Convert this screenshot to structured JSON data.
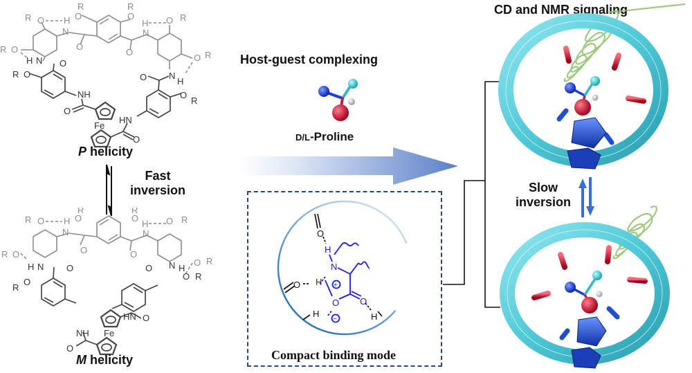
{
  "left_panel": {
    "top_structure_label": {
      "prefix": "P",
      "suffix": " helicity"
    },
    "bottom_structure_label": {
      "prefix": "M",
      "suffix": " helicity"
    },
    "equilibrium_label": [
      "Fast",
      "inversion"
    ],
    "atom_labels": {
      "R": "R",
      "O": "O",
      "N": "N",
      "H": "H",
      "NH": "NH",
      "HN": "HN",
      "Fe": "Fe"
    }
  },
  "middle_panel": {
    "process_label": "Host-guest complexing",
    "guest_label": "D/L-Proline",
    "guest_prefix": "D/L",
    "guest_suffix": "-Proline",
    "arrow_gradient": {
      "start": "#eef3fb",
      "end": "#5b80c8"
    },
    "inset": {
      "caption": "Compact binding mode",
      "border_color": "#2c4470",
      "binding_color": "#1a1aef",
      "charges": {
        "positive": "+",
        "negative": "−"
      },
      "atoms": {
        "O": "O",
        "H": "H",
        "N": "N"
      }
    }
  },
  "right_panel": {
    "title": "CD and NMR signaling",
    "equilibrium_label": [
      "Slow",
      "inversion"
    ],
    "colors": {
      "ring": "#4fc8d6",
      "ring_dark": "#2aa8b8",
      "amide_red": "#c8203a",
      "cp_blue": "#1e4fd0",
      "helix_green": "#8fbf6a"
    }
  }
}
